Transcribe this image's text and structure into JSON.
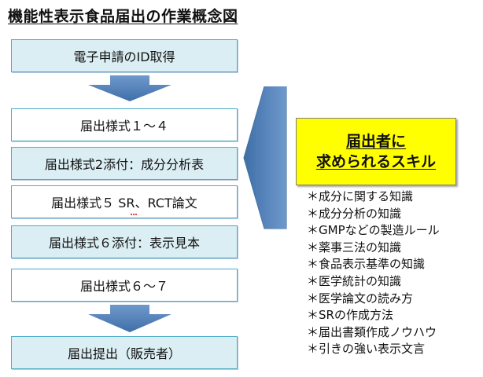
{
  "title": "機能性表示食品届出の作業概念図",
  "steps": [
    {
      "label": "電子申請のID取得"
    },
    {
      "label": "届出様式１～４"
    },
    {
      "label": "届出様式2添付：成分分析表"
    },
    {
      "label": "届出様式５ SR、RCT論文"
    },
    {
      "label": "届出様式６添付：表示見本"
    },
    {
      "label": "届出様式６～７"
    },
    {
      "label": "届出提出（販売者）"
    }
  ],
  "skill_box": {
    "line1": "届出者に",
    "line2": "求められるスキル"
  },
  "skills": [
    "＊成分に関する知識",
    "＊成分分析の知識",
    "＊GMPなどの製造ルール",
    "＊薬事三法の知識",
    "＊食品表示基準の知識",
    "＊医学統計の知識",
    "＊医学論文の読み方",
    "＊SRの作成方法",
    "＊届出書類作成ノウハウ",
    "＊引きの強い表示文言"
  ],
  "colors": {
    "arrow": "#4f81bd",
    "box_fill": "#dbeef4",
    "box_border": "#4bacc6",
    "skill_box_fill": "#ffff00"
  }
}
